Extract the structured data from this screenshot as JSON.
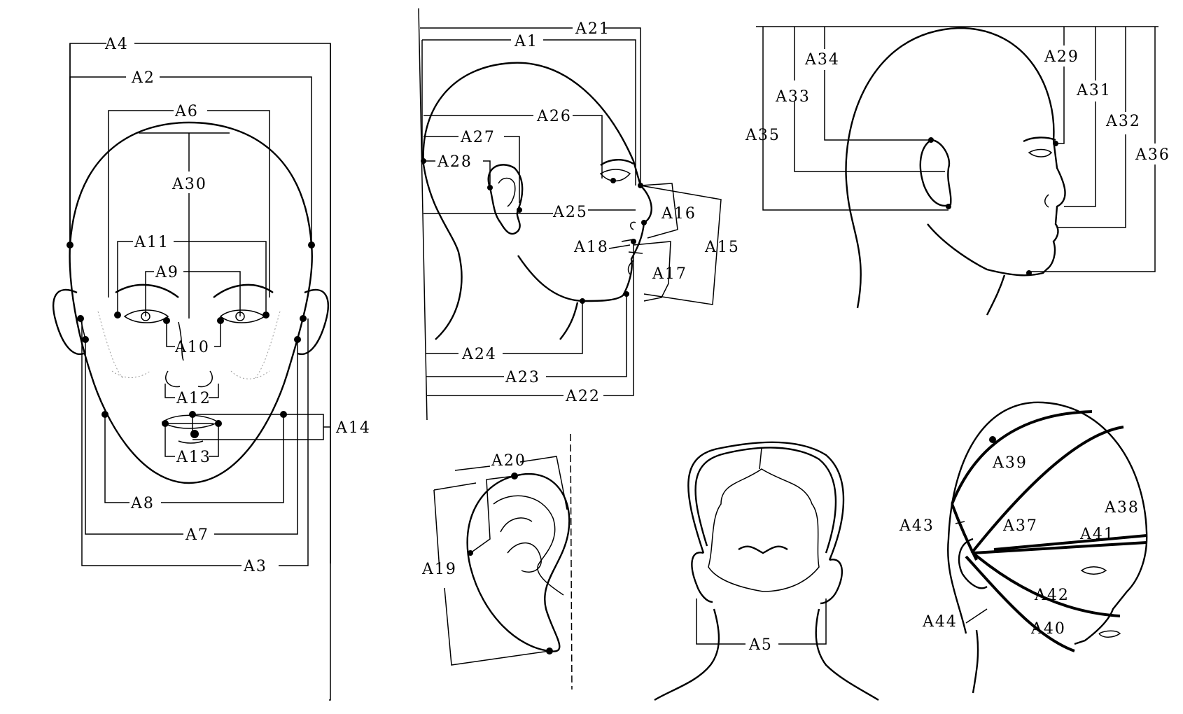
{
  "figures": {
    "front_view": {
      "labels": {
        "a4": "A4",
        "a2": "A2",
        "a6": "A6",
        "a30": "A30",
        "a11": "A11",
        "a9": "A9",
        "a10": "A10",
        "a12": "A12",
        "a14": "A14",
        "a13": "A13",
        "a8": "A8",
        "a7": "A7",
        "a3": "A3"
      }
    },
    "side_view": {
      "labels": {
        "a21": "A21",
        "a1": "A1",
        "a26": "A26",
        "a27": "A27",
        "a28": "A28",
        "a25": "A25",
        "a16": "A16",
        "a15": "A15",
        "a18": "A18",
        "a17": "A17",
        "a24": "A24",
        "a23": "A23",
        "a22": "A22"
      }
    },
    "profile_view": {
      "labels": {
        "a34": "A34",
        "a33": "A33",
        "a35": "A35",
        "a29": "A29",
        "a31": "A31",
        "a32": "A32",
        "a36": "A36"
      }
    },
    "ear_view": {
      "labels": {
        "a20": "A20",
        "a19": "A19"
      }
    },
    "back_view": {
      "labels": {
        "a5": "A5"
      }
    },
    "oblique_view": {
      "labels": {
        "a39": "A39",
        "a43": "A43",
        "a37": "A37",
        "a38": "A38",
        "a41": "A41",
        "a42": "A42",
        "a44": "A44",
        "a40": "A40"
      }
    }
  }
}
